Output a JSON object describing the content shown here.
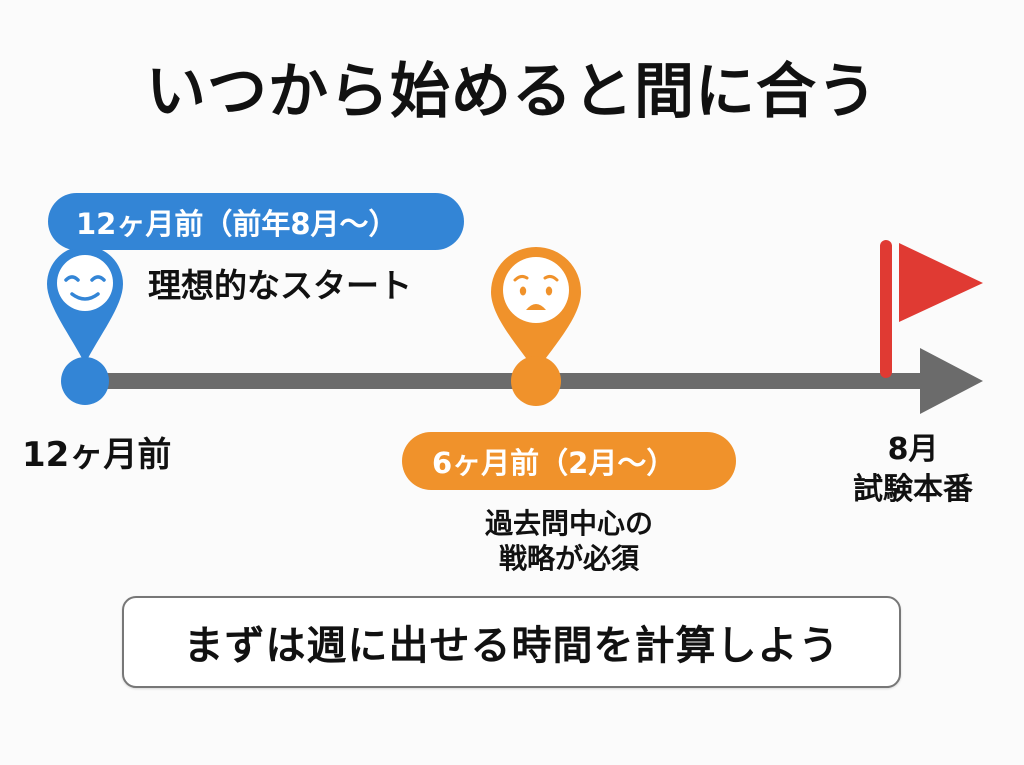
{
  "title": "いつから始めると間に合う",
  "colors": {
    "blue": "#3385D6",
    "orange": "#F0922B",
    "red": "#E03A33",
    "timeline_gray": "#6B6B6B",
    "text": "#111111",
    "background": "#FBFBFB"
  },
  "timeline": {
    "milestones": [
      {
        "id": "twelve-months",
        "color": "blue",
        "icon": "relaxed-face-icon",
        "pill_label": "12ヶ月前（前年8月〜）",
        "note": "理想的なスタート",
        "axis_label": "12ヶ月前"
      },
      {
        "id": "six-months",
        "color": "orange",
        "icon": "worried-face-icon",
        "pill_label": "6ヶ月前（2月〜）",
        "note_lines": [
          "過去問中心の",
          "戦略が必須"
        ]
      },
      {
        "id": "exam",
        "color": "red",
        "icon": "goal-flag-icon",
        "axis_label_lines": [
          "8月",
          "試験本番"
        ]
      }
    ],
    "arrow_icon": "arrow-right-icon"
  },
  "callout": {
    "text": "まずは週に出せる時間を計算しよう"
  }
}
